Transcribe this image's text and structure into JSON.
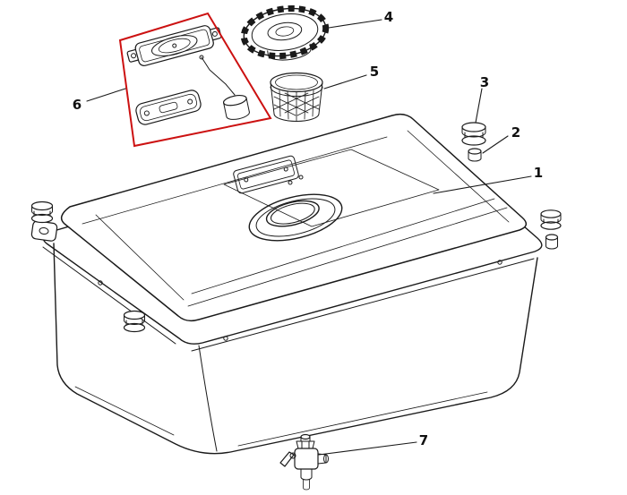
{
  "diagram": {
    "colors": {
      "line": "#1a1a1a",
      "highlight": "#cc1111",
      "background": "#ffffff"
    },
    "callouts": [
      {
        "label": "1"
      },
      {
        "label": "2"
      },
      {
        "label": "3"
      },
      {
        "label": "4"
      },
      {
        "label": "5"
      },
      {
        "label": "6"
      },
      {
        "label": "7"
      }
    ]
  }
}
